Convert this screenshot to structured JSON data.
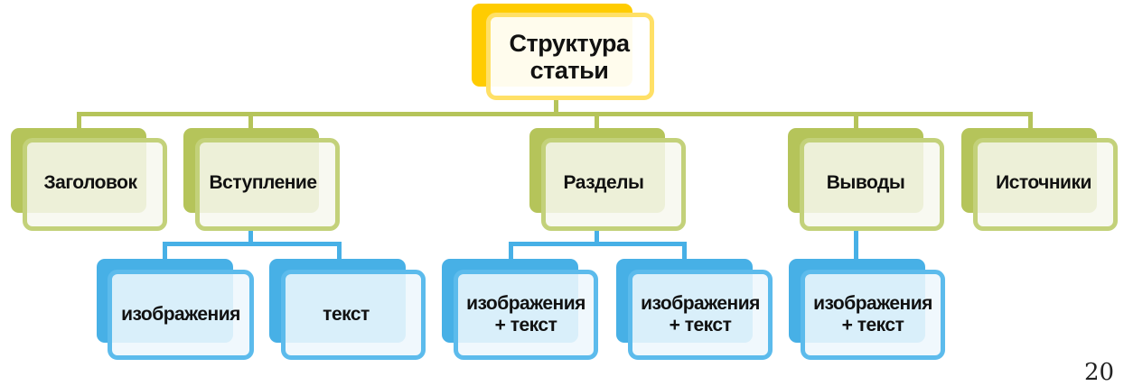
{
  "root": {
    "label": "Структура статьи"
  },
  "sections": [
    {
      "label": "Заголовок"
    },
    {
      "label": "Вступление"
    },
    {
      "label": "Разделы"
    },
    {
      "label": "Выводы"
    },
    {
      "label": "Источники"
    }
  ],
  "subitems": [
    {
      "label": "изображения"
    },
    {
      "label": "текст"
    },
    {
      "label": "изображения + текст"
    },
    {
      "label": "изображения + текст"
    },
    {
      "label": "изображения + текст"
    }
  ],
  "page_number": "20",
  "colors": {
    "root": "#ffcc00",
    "sections": "#b5c45a",
    "subitems": "#47b0e6"
  }
}
